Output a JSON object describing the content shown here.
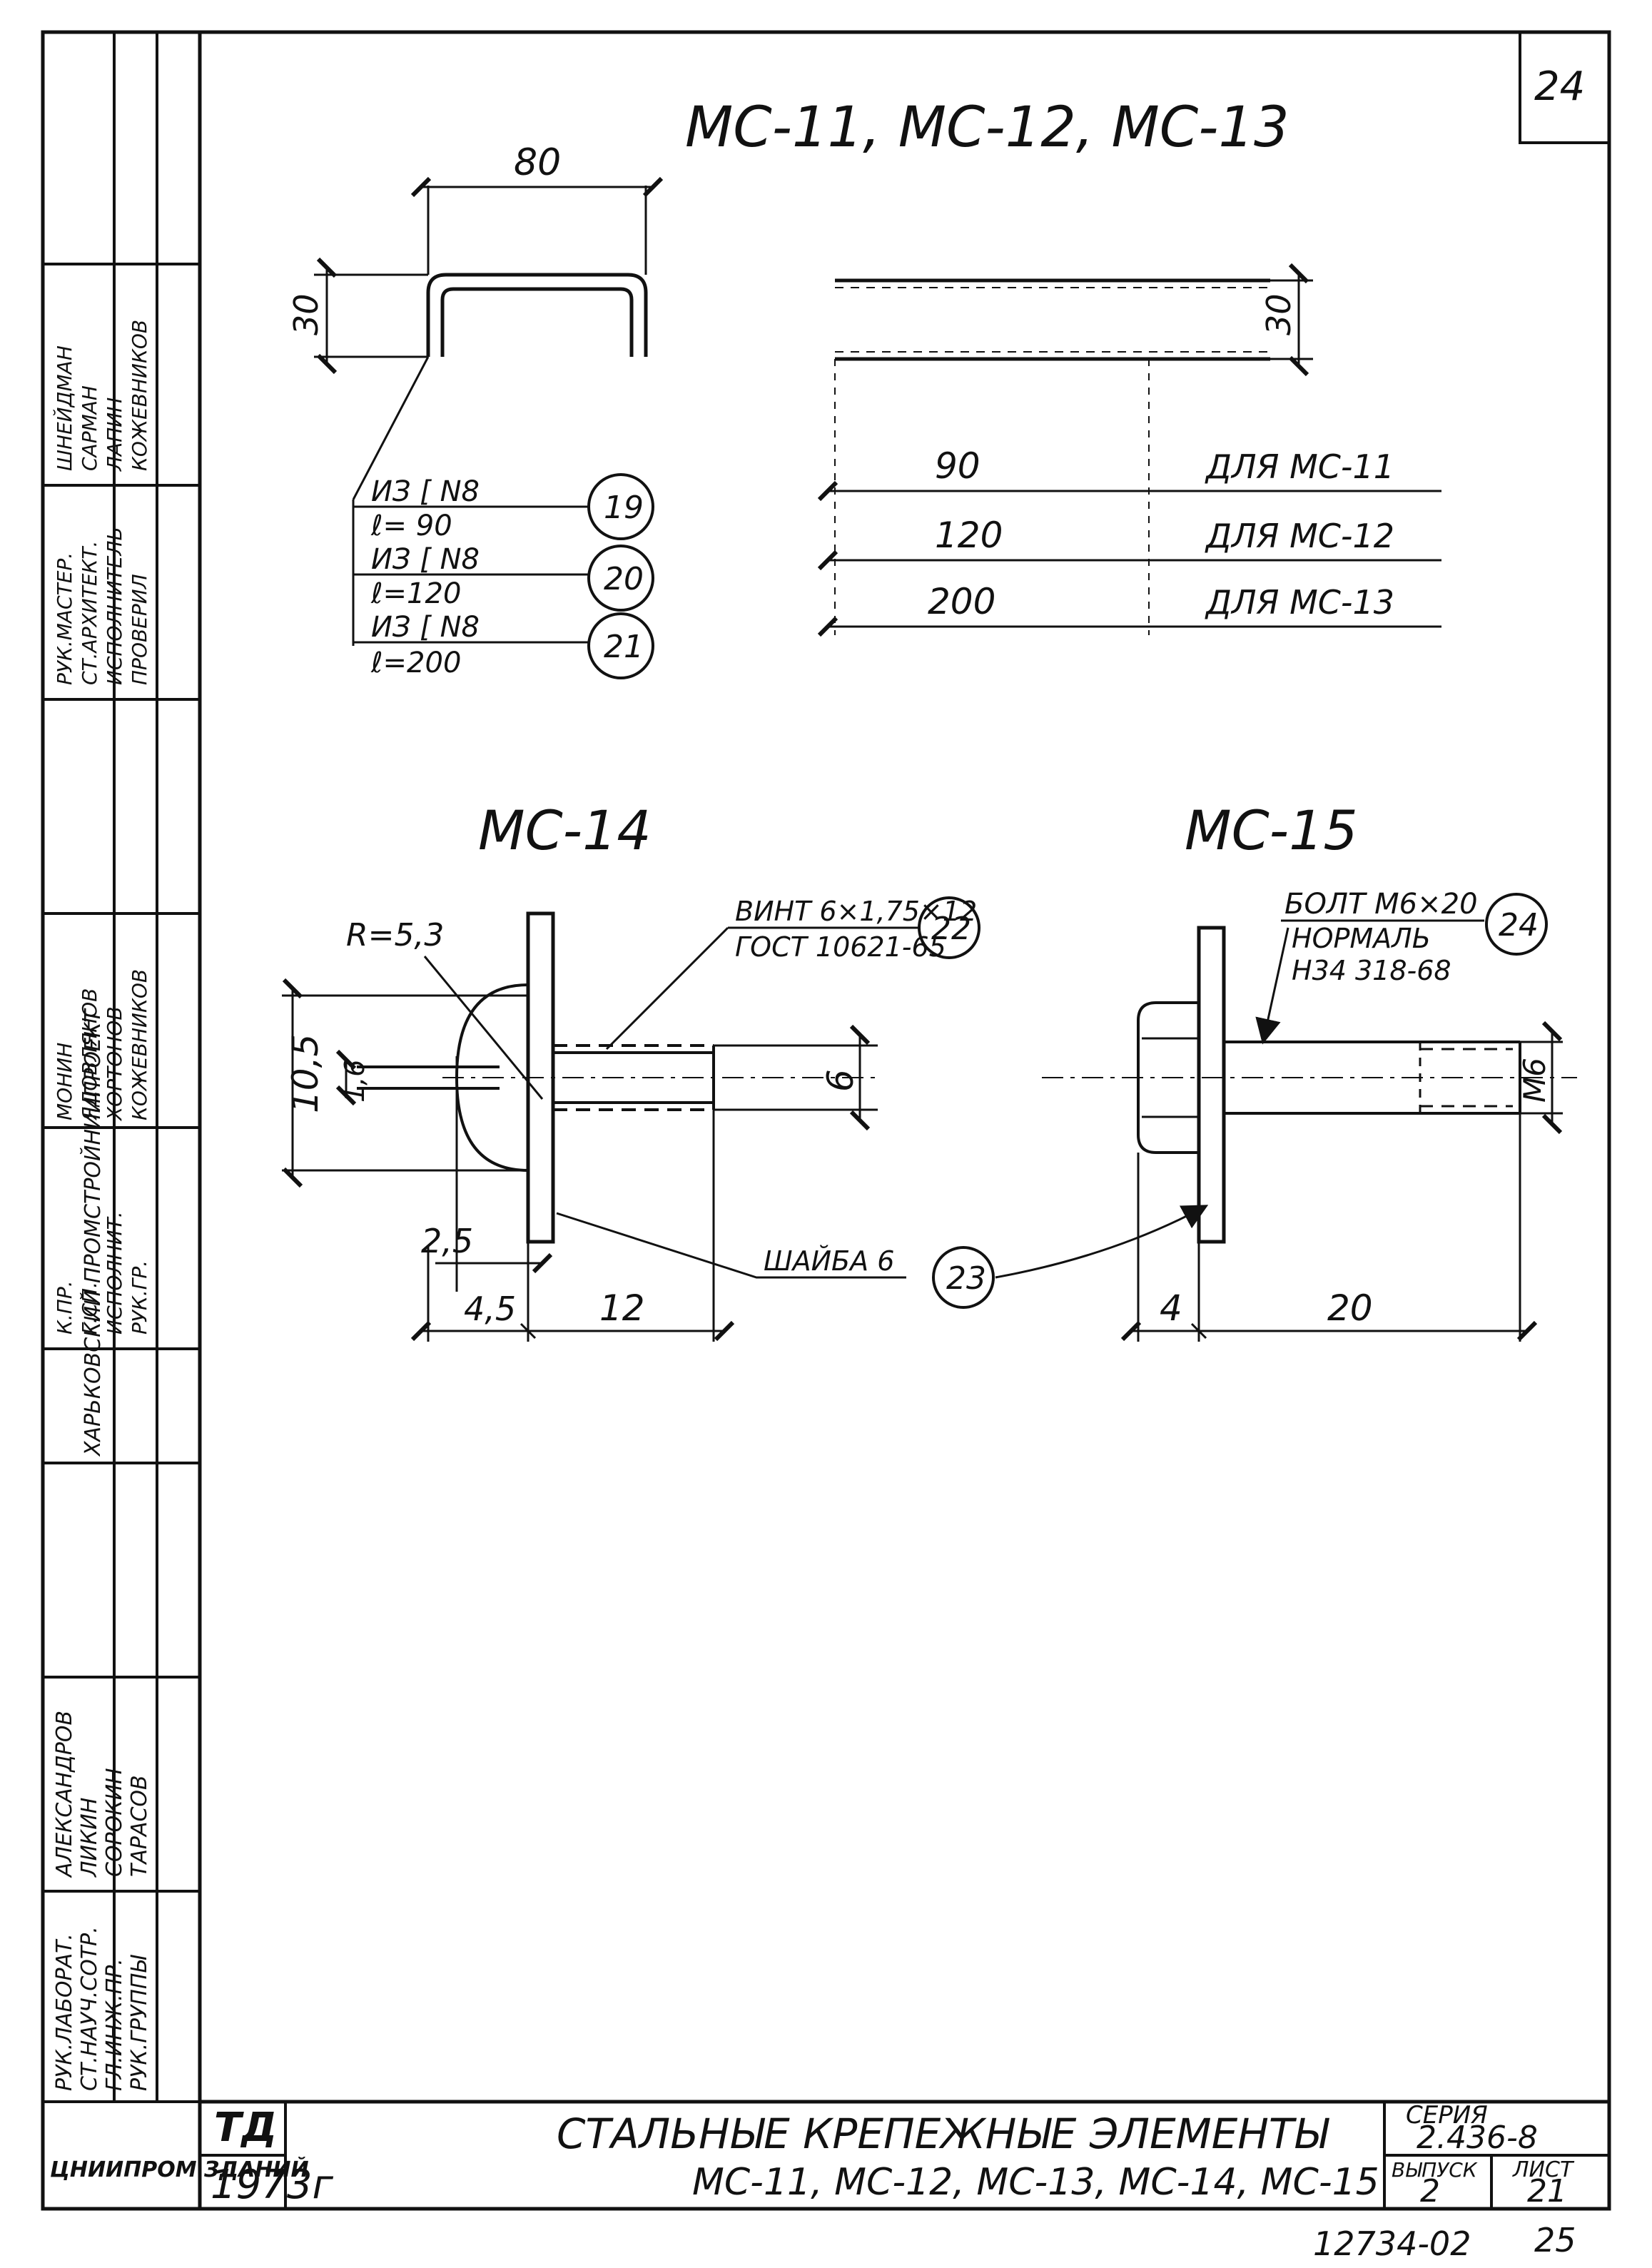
{
  "sheet_number": "24",
  "top_title": "МС-11, МС-12, МС-13",
  "channel": {
    "width_dim": "80",
    "height_dim": "30"
  },
  "plan_view": {
    "height_dim": "30",
    "rows": [
      {
        "length": "90",
        "label": "ДЛЯ МС-11"
      },
      {
        "length": "120",
        "label": "ДЛЯ МС-12"
      },
      {
        "length": "200",
        "label": "ДЛЯ МС-13"
      }
    ]
  },
  "callouts": [
    {
      "line1": "ИЗ [ N8",
      "line2": "ℓ= 90",
      "num": "19"
    },
    {
      "line1": "ИЗ [ N8",
      "line2": "ℓ=120",
      "num": "20"
    },
    {
      "line1": "ИЗ [ N8",
      "line2": "ℓ=200",
      "num": "21"
    }
  ],
  "mc14": {
    "title": "МС-14",
    "radius": "R=5,3",
    "screw_label": "ВИНТ 6×1,75×12",
    "screw_std": "ГОСТ 10621-65",
    "screw_num": "22",
    "dim_head": "10,5",
    "dim_slot": "1,6",
    "dim_d": "6",
    "dim_25": "2,5",
    "dim_45": "4,5",
    "dim_12": "12"
  },
  "washer": {
    "label": "ШАЙБА 6",
    "num": "23"
  },
  "mc15": {
    "title": "МС-15",
    "bolt_label": "БОЛТ М6×20",
    "bolt_std1": "НОРМАЛЬ",
    "bolt_std2": "Н34 318-68",
    "bolt_num": "24",
    "dim_d": "М6",
    "dim_4": "4",
    "dim_20": "20"
  },
  "side_stamp": {
    "org_block": "ХАРЬКОВСКИЙ ПРОМСТРОЙНИИПРОЕКТ",
    "left_roles": [
      "РУК.ЛАБОРАТ.",
      "СТ.НАУЧ.СОТР.",
      "ГЛ.ИНЖ.ПР.",
      "РУК.ГРУППЫ"
    ],
    "left_names": [
      "АЛЕКСАНДРОВ",
      "ЛИКИН",
      "СОРОКИН",
      "ТАРАСОВ"
    ],
    "mid_roles": [
      "РУК.МАСТЕР.",
      "СТ.АРХИТЕКТ.",
      "ИСПОЛНИТЕЛЬ",
      "ПРОВЕРИЛ"
    ],
    "mid_names": [
      "ШНЕЙДМАН",
      "САРМАН",
      "ЛАПИН",
      "КОЖЕВНИКОВ"
    ],
    "lower_roles": [
      "К.ПР.",
      "Г.СП.",
      "ИСПОЛНИТ.",
      "РУК.ГР."
    ],
    "lower_names": [
      "МОНИН",
      "ЯДОВЛЯНОВ",
      "ХОРТОНОВ",
      "КОЖЕВНИКОВ"
    ]
  },
  "title_block": {
    "org_code": "ТД",
    "year": "1973г",
    "org_name": "ЦНИИПРОМ ЗДАНИЙ",
    "title_line1": "СТАЛЬНЫЕ КРЕПЕЖНЫЕ ЭЛЕМЕНТЫ",
    "title_line2": "МС-11, МС-12, МС-13, МС-14, МС-15",
    "series_label": "СЕРИЯ",
    "series_value": "2.436-8",
    "issue_label": "ВЫПУСК",
    "issue_value": "2",
    "sheet_label": "ЛИСТ",
    "sheet_value": "21"
  },
  "footer_code": "12734-02",
  "footer_page": "25"
}
